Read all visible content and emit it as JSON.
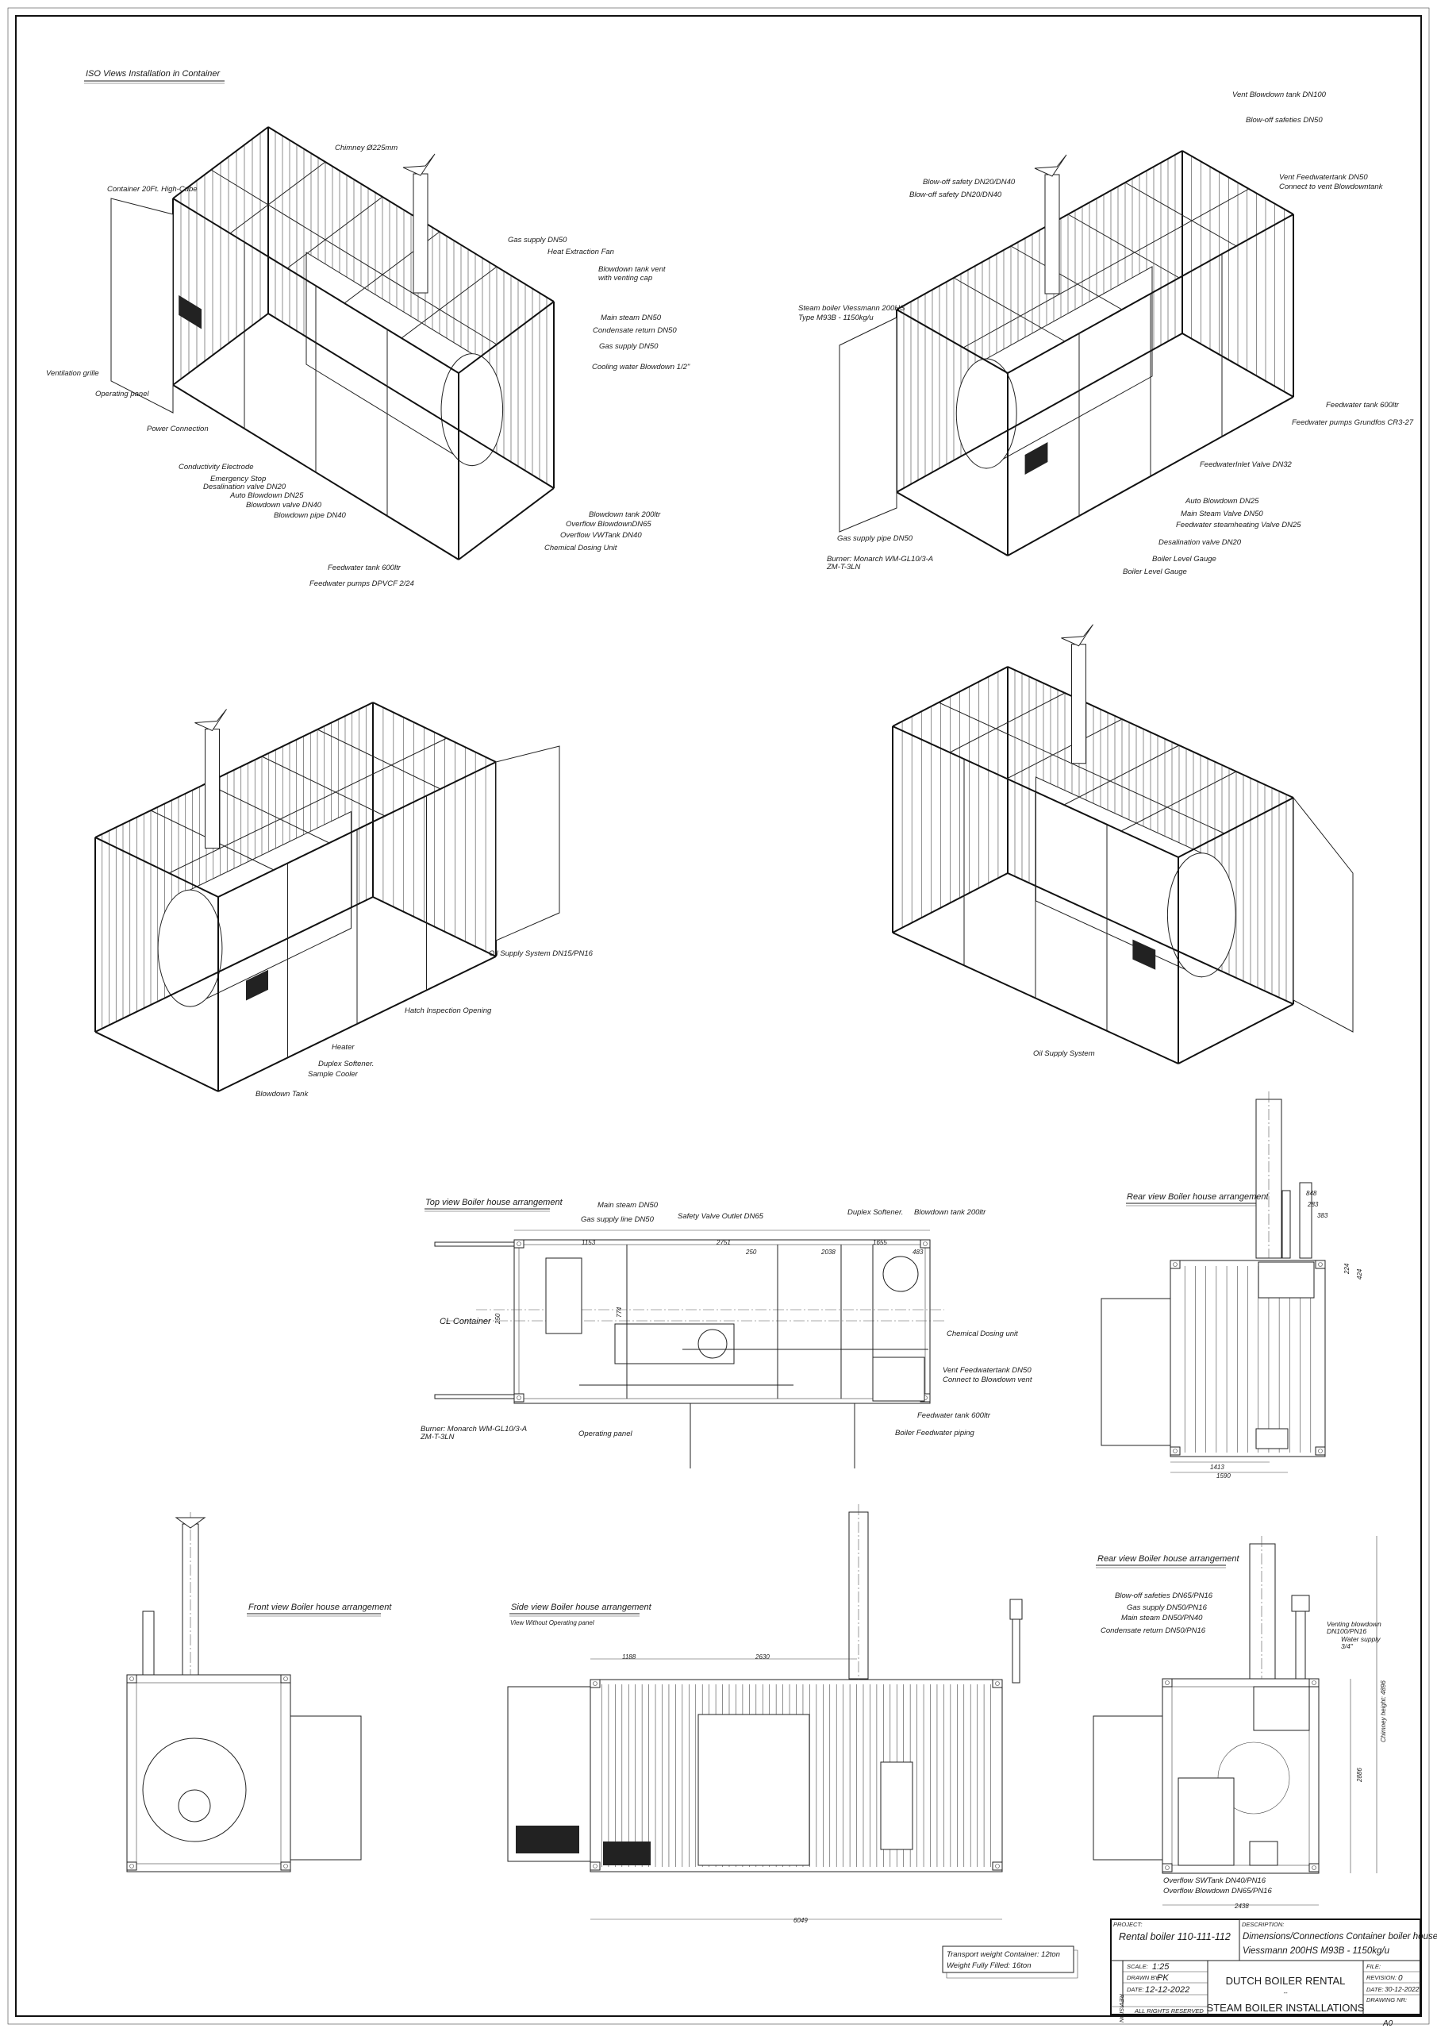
{
  "sheet": {
    "iso_title": "ISO Views Installation in Container",
    "paper_size": "A0"
  },
  "iso1": [
    "Chimney Ø225mm",
    "Container 20Ft. High-Cube",
    "Gas supply DN50",
    "Heat Extraction Fan",
    "Blowdown tank vent",
    "with venting cap",
    "Main steam DN50",
    "Condensate return DN50",
    "Gas supply DN50",
    "Cooling water Blowdown 1/2\"",
    "Ventilation grille",
    "Operating panel",
    "Power Connection",
    "Conductivity Electrode",
    "Emergency Stop",
    "Desalination valve DN20",
    "Auto Blowdown DN25",
    "Blowdown valve DN40",
    "Blowdown pipe DN40",
    "Blowdown tank 200ltr",
    "Overflow BlowdownDN65",
    "Overflow VWTank DN40",
    "Chemical Dosing Unit",
    "Feedwater tank 600ltr",
    "Feedwater pumps DPVCF 2/24"
  ],
  "iso2": [
    "Vent Blowdown tank DN100",
    "Blow-off safeties DN50",
    "Blow-off safety DN20/DN40",
    "Blow-off safety DN20/DN40",
    "Vent Feedwatertank DN50",
    "Connect to vent Blowdowntank",
    "Steam boiler Viessmann 200HS",
    "Type M93B - 1150kg/u",
    "Feedwater tank 600ltr",
    "Feedwater pumps Grundfos CR3-27",
    "FeedwaterInlet Valve DN32",
    "Auto Blowdown DN25",
    "Main Steam Valve DN50",
    "Feedwater steamheating Valve DN25",
    "Desalination valve DN20",
    "Boiler Level Gauge",
    "Boiler Level Gauge",
    "Gas supply pipe DN50",
    "Burner: Monarch WM-GL10/3-A",
    "ZM-T-3LN"
  ],
  "iso3": [
    "Oil Supply System DN15/PN16",
    "Hatch Inspection Opening",
    "Heater",
    "Duplex Softener.",
    "Sample Cooler",
    "Blowdown Tank"
  ],
  "iso4": [
    "Oil Supply System"
  ],
  "top_view": {
    "title": "Top view Boiler house arrangement",
    "labels": [
      "Main steam DN50",
      "Gas supply line DN50",
      "Safety Valve Outlet DN65",
      "Duplex Softener.",
      "Blowdown tank 200ltr",
      "CL Container",
      "Chemical Dosing unit",
      "Vent Feedwatertank DN50",
      "Connect to Blowdown vent",
      "Feedwater tank 600ltr",
      "Boiler Feedwater piping",
      "Burner: Monarch WM-GL10/3-A",
      "ZM-T-3LN",
      "Operating panel"
    ],
    "dims": [
      "1153",
      "2751",
      "250",
      "2038",
      "1655",
      "483",
      "774",
      "250"
    ]
  },
  "rear_view_top": {
    "title": "Rear view Boiler house arrangement",
    "dims": [
      "848",
      "283",
      "383",
      "224",
      "424",
      "1413",
      "1590"
    ]
  },
  "front_view": {
    "title": "Front view Boiler house arrangement"
  },
  "side_view": {
    "title": "Side view Boiler house arrangement",
    "subtitle": "View Without Operating panel",
    "dims": [
      "1188",
      "2630",
      "6049"
    ]
  },
  "rear_view_bottom": {
    "title": "Rear view Boiler house arrangement",
    "labels": [
      "Blow-off safeties DN65/PN16",
      "Gas supply DN50/PN16",
      "Main steam DN50/PN40",
      "Condensate return DN50/PN16",
      "Venting blowdown",
      "DN100/PN16",
      "Water supply",
      "3/4\"",
      "Overflow SWTank DN40/PN16",
      "Overflow Blowdown DN65/PN16"
    ],
    "dims": [
      "2438",
      "2886",
      "Chimney height: 4896"
    ]
  },
  "weights": {
    "line1": "Transport weight Container: 12ton",
    "line2": "Weight Fully Filled: 16ton"
  },
  "title_block": {
    "project_label": "PROJECT:",
    "project": "Rental boiler 110-111-112",
    "description_label": "DESCRIPTION:",
    "description_1": "Dimensions/Connections Container boiler house",
    "description_2": "Viessmann 200HS M93B - 1150kg/u",
    "revision_label": "REVISION",
    "scale_label": "SCALE:",
    "scale": "1:25",
    "drawn_by_label": "DRAWN BY:",
    "drawn_by": "PK",
    "date_label": "DATE:",
    "date": "12-12-2022",
    "rights": "ALL RIGHTS RESERVED",
    "company_1": "DUTCH BOILER RENTAL",
    "company_sep": "--",
    "company_2": "STEAM BOILER INSTALLATIONS",
    "file_label": "FILE:",
    "revision_no_label": "REVISION:",
    "revision_no": "0",
    "rev_date_label": "DATE:",
    "rev_date": "30-12-2022",
    "drawing_nr_label": "DRAWING NR:"
  }
}
